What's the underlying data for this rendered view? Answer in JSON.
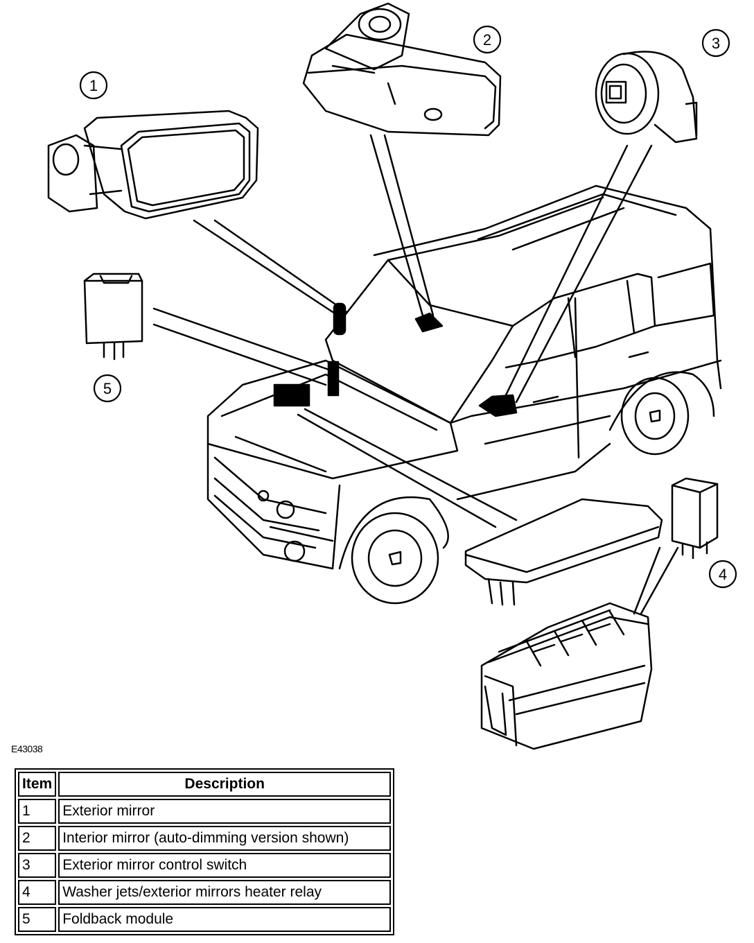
{
  "figure_id": "E43038",
  "callouts": [
    "1",
    "2",
    "3",
    "4",
    "5"
  ],
  "legend": {
    "headers": [
      "Item",
      "Description"
    ],
    "rows": [
      {
        "item": "1",
        "description": "Exterior mirror"
      },
      {
        "item": "2",
        "description": "Interior mirror (auto-dimming version shown)"
      },
      {
        "item": "3",
        "description": "Exterior mirror control switch"
      },
      {
        "item": "4",
        "description": "Washer jets/exterior mirrors heater relay"
      },
      {
        "item": "5",
        "description": "Foldback module"
      }
    ]
  }
}
